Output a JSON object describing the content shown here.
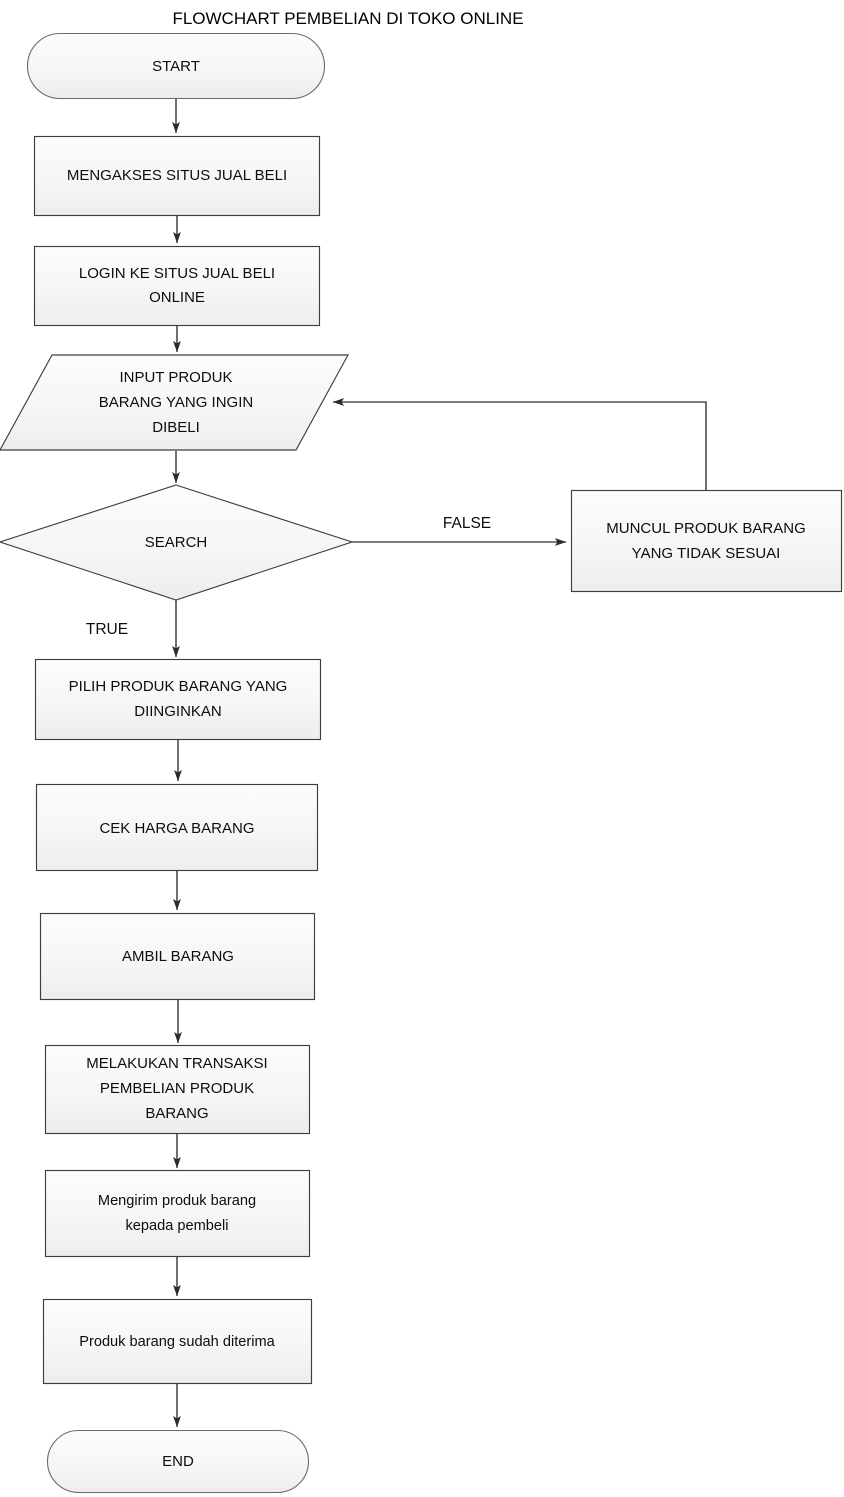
{
  "title": "FLOWCHART PEMBELIAN DI TOKO ONLINE",
  "colors": {
    "shape_fill_top": "#fbfbfb",
    "shape_fill_bottom": "#eeeeee",
    "shape_stroke": "#3f3f3f",
    "connector": "#2b2b2b",
    "text": "#0d0d0d",
    "background": "#ffffff"
  },
  "nodes": [
    {
      "id": "start",
      "type": "terminator",
      "lines": [
        "START"
      ]
    },
    {
      "id": "akses",
      "type": "process",
      "lines": [
        "MENGAKSES SITUS JUAL BELI"
      ]
    },
    {
      "id": "login",
      "type": "process",
      "lines": [
        "LOGIN KE SITUS JUAL BELI",
        "ONLINE"
      ]
    },
    {
      "id": "input",
      "type": "input",
      "lines": [
        "INPUT PRODUK",
        "BARANG YANG INGIN",
        "DIBELI"
      ]
    },
    {
      "id": "search",
      "type": "decision",
      "lines": [
        "SEARCH"
      ]
    },
    {
      "id": "tidaksesuai",
      "type": "process",
      "lines": [
        "MUNCUL PRODUK BARANG",
        "YANG TIDAK SESUAI"
      ]
    },
    {
      "id": "pilih",
      "type": "process",
      "lines": [
        "PILIH PRODUK BARANG YANG",
        "DIINGINKAN"
      ]
    },
    {
      "id": "cekharga",
      "type": "process",
      "lines": [
        "CEK HARGA BARANG"
      ]
    },
    {
      "id": "ambil",
      "type": "process",
      "lines": [
        "AMBIL BARANG"
      ]
    },
    {
      "id": "transaksi",
      "type": "process",
      "lines": [
        "MELAKUKAN TRANSAKSI",
        "PEMBELIAN PRODUK",
        "BARANG"
      ]
    },
    {
      "id": "kirim",
      "type": "process",
      "lines": [
        "Mengirim produk barang",
        "kepada pembeli"
      ]
    },
    {
      "id": "diterima",
      "type": "process",
      "lines": [
        "Produk barang sudah diterima"
      ]
    },
    {
      "id": "end",
      "type": "terminator",
      "lines": [
        "END"
      ]
    }
  ],
  "edge_labels": {
    "false": "FALSE",
    "true": "TRUE"
  },
  "node_text": {
    "start": "START",
    "akses_l1": "MENGAKSES SITUS JUAL BELI",
    "login_l1": "LOGIN KE SITUS JUAL BELI",
    "login_l2": "ONLINE",
    "input_l1": "INPUT PRODUK",
    "input_l2": "BARANG YANG INGIN",
    "input_l3": "DIBELI",
    "search": "SEARCH",
    "tidaksesuai_l1": "MUNCUL PRODUK BARANG",
    "tidaksesuai_l2": "YANG TIDAK SESUAI",
    "pilih_l1": "PILIH PRODUK BARANG YANG",
    "pilih_l2": "DIINGINKAN",
    "cekharga_l1": "CEK HARGA BARANG",
    "ambil_l1": "AMBIL BARANG",
    "transaksi_l1": "MELAKUKAN TRANSAKSI",
    "transaksi_l2": "PEMBELIAN PRODUK",
    "transaksi_l3": "BARANG",
    "kirim_l1": "Mengirim produk barang",
    "kirim_l2": "kepada pembeli",
    "diterima_l1": "Produk barang sudah diterima",
    "end": "END"
  }
}
